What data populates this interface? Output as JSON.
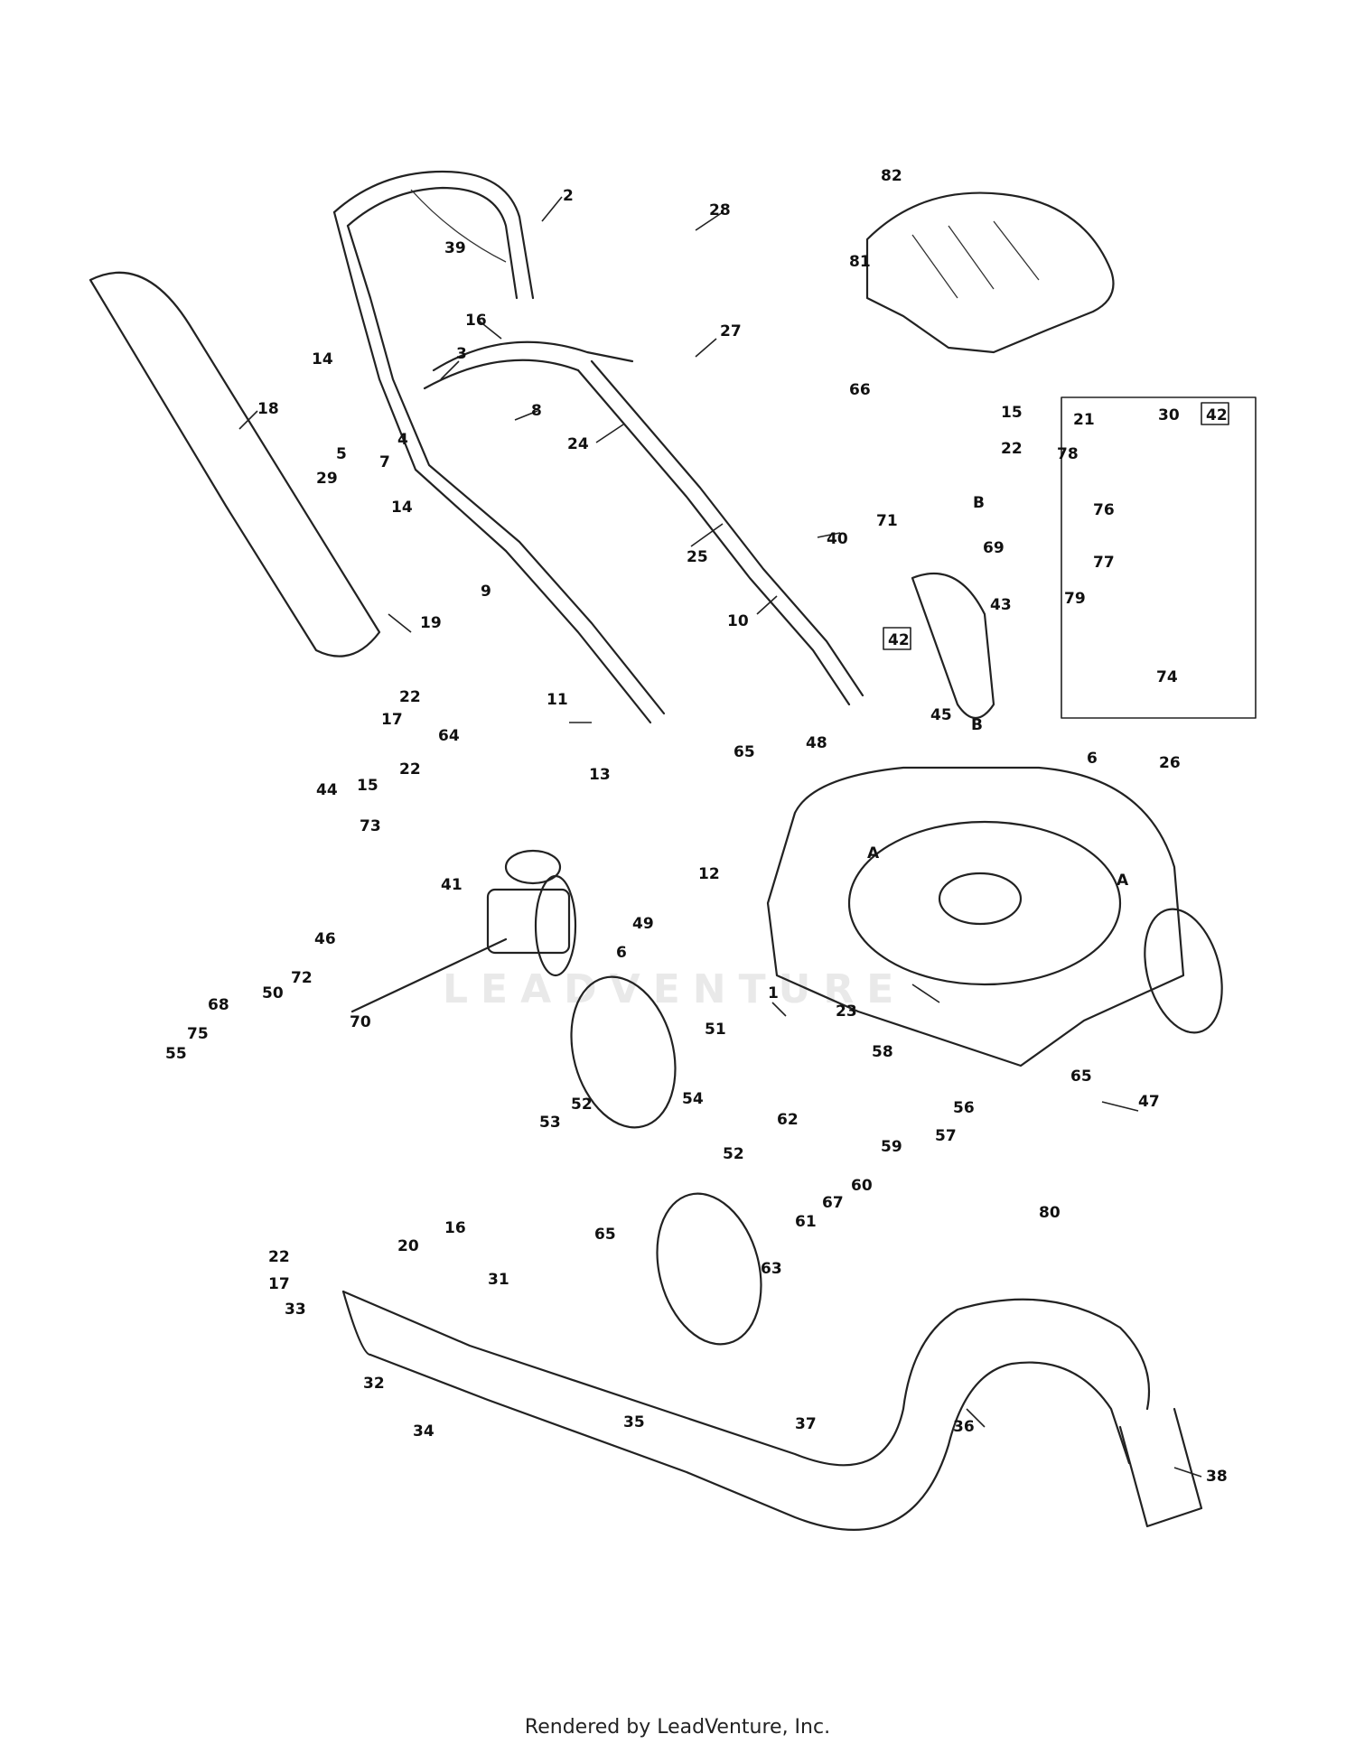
{
  "watermark": "LEADVENTURE",
  "footer": "Rendered by LeadVenture, Inc.",
  "labels": {
    "l1": "1",
    "l2": "2",
    "l3": "3",
    "l4": "4",
    "l5": "5",
    "l6a": "6",
    "l6b": "6",
    "l7": "7",
    "l8": "8",
    "l9": "9",
    "l10": "10",
    "l11": "11",
    "l12": "12",
    "l13": "13",
    "l14a": "14",
    "l14b": "14",
    "l15a": "15",
    "l15b": "15",
    "l16a": "16",
    "l16b": "16",
    "l17a": "17",
    "l17b": "17",
    "l18": "18",
    "l19": "19",
    "l20": "20",
    "l21": "21",
    "l22a": "22",
    "l22b": "22",
    "l22c": "22",
    "l22d": "22",
    "l23": "23",
    "l24": "24",
    "l25": "25",
    "l26": "26",
    "l27": "27",
    "l28": "28",
    "l29": "29",
    "l30": "30",
    "l31": "31",
    "l32": "32",
    "l33": "33",
    "l34": "34",
    "l35": "35",
    "l36": "36",
    "l37": "37",
    "l38": "38",
    "l39": "39",
    "l40": "40",
    "l41": "41",
    "l42a": "42",
    "l42b": "42",
    "l43": "43",
    "l44": "44",
    "l45": "45",
    "l46": "46",
    "l47": "47",
    "l48": "48",
    "l49": "49",
    "l50": "50",
    "l51": "51",
    "l52a": "52",
    "l52b": "52",
    "l53": "53",
    "l54": "54",
    "l55": "55",
    "l56": "56",
    "l57": "57",
    "l58": "58",
    "l59": "59",
    "l60": "60",
    "l61": "61",
    "l62": "62",
    "l63": "63",
    "l64": "64",
    "l65a": "65",
    "l65b": "65",
    "l65c": "65",
    "l66": "66",
    "l67": "67",
    "l68": "68",
    "l69": "69",
    "l70": "70",
    "l71": "71",
    "l72": "72",
    "l73": "73",
    "l74": "74",
    "l75": "75",
    "l76": "76",
    "l77": "77",
    "l78": "78",
    "l79": "79",
    "l80": "80",
    "l81": "81",
    "l82": "82",
    "refA1": "A",
    "refA2": "A",
    "refB1": "B",
    "refB2": "B"
  }
}
